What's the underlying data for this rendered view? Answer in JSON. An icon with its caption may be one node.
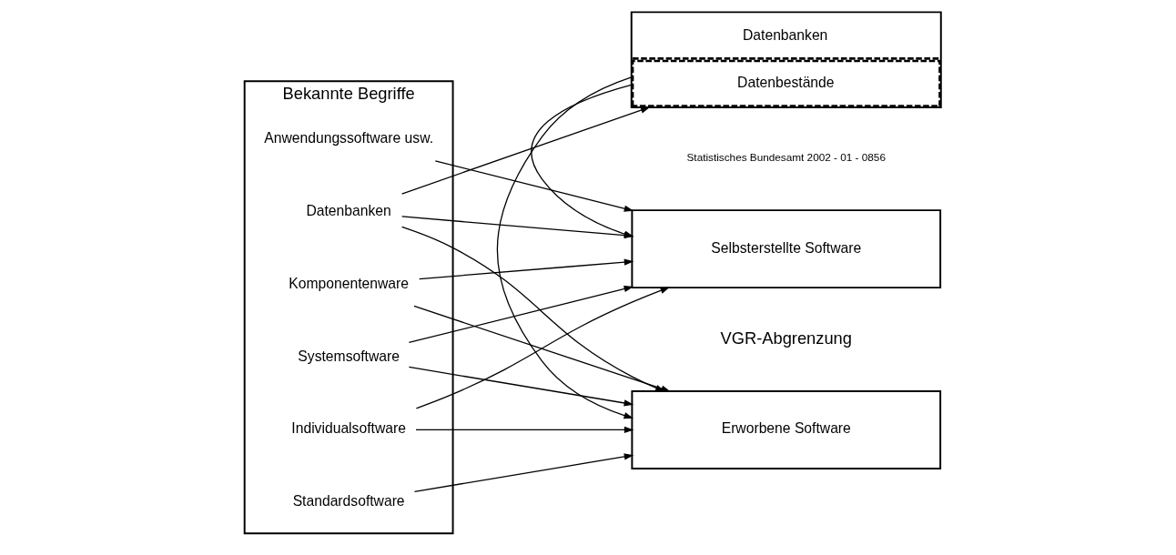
{
  "diagram": {
    "nodes": [
      {
        "text": [
          "Bekannte Begriffe"
        ]
      },
      {
        "text": [
          "Standardsoftware"
        ],
        "in": 0
      },
      {
        "text": [
          "Individualsoftware"
        ],
        "in": 0
      },
      {
        "text": [
          "Komponentenware"
        ],
        "in": 0
      },
      {
        "text": [
          "Systemsoftware"
        ],
        "in": 0
      },
      {
        "text": [
          "Datenbanken"
        ],
        "in": 0
      },
      {
        "text": [
          "Anwendungssoftware usw."
        ],
        "in": 0
      },
      {
        "text": [
          "Erworbene Software"
        ]
      },
      {
        "text": [
          "Selbsterstellte Software"
        ]
      },
      {
        "text": [
          "Datenbanken",
          "Datenbestände"
        ]
      }
    ],
    "edges": [
      {
        "from": 1,
        "to": 7,
        "arrow": "to"
      },
      {
        "from": 2,
        "to": 7,
        "arrow": "to"
      },
      {
        "from": 3,
        "to": 7,
        "arrow": "to"
      },
      {
        "from": 4,
        "to": 7,
        "arrow": "to"
      },
      {
        "from": 5,
        "to": 7,
        "arrow": "to"
      },
      {
        "from": 2,
        "to": 8,
        "arrow": "to"
      },
      {
        "from": 3,
        "to": 8,
        "arrow": "to"
      },
      {
        "from": 4,
        "to": 8,
        "arrow": "to"
      },
      {
        "from": 5,
        "to": 8,
        "arrow": "to"
      },
      {
        "from": 6,
        "to": 8,
        "arrow": "to"
      },
      {
        "from": 5,
        "to": 9,
        "arrow": "to"
      },
      {
        "from": 9,
        "to": 8,
        "arrow": "to"
      },
      {
        "from": 9,
        "to": 7,
        "arrow": "to"
      }
    ],
    "labels": [
      "VGR-Abgrenzung",
      "Statistisches Bundesamt 2002 - 01 - 0856"
    ]
  }
}
